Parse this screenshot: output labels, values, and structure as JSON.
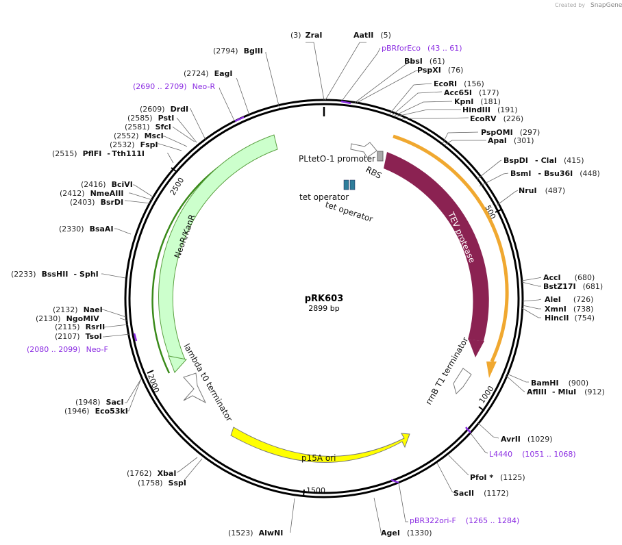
{
  "watermark": {
    "created_by": "Created by",
    "brand": "SnapGene"
  },
  "plasmid": {
    "name": "pRK603",
    "length_label": "2899 bp"
  },
  "ticks": [
    "500",
    "1000",
    "1500",
    "2000",
    "2500"
  ],
  "features": {
    "pltet_promoter": "PLtetO-1 promoter",
    "rbs": "RBS",
    "tet_op1": "tet operator",
    "tet_op2": "tet operator",
    "tev": "TEV protease",
    "neo": "NeoR/KanR",
    "lambda": "lambda t0 terminator",
    "rrnb": "rrnB T1 terminator",
    "p15a": "p15A ori"
  },
  "sites": {
    "zrai": {
      "name": "ZraI",
      "pos": "(3)"
    },
    "aatii": {
      "name": "AatII",
      "pos": "(5)"
    },
    "bbsi": {
      "name": "BbsI",
      "pos": "(61)"
    },
    "pspxi": {
      "name": "PspXI",
      "pos": "(76)"
    },
    "ecori": {
      "name": "EcoRI",
      "pos": "(156)"
    },
    "acc65i": {
      "name": "Acc65I",
      "pos": "(177)"
    },
    "kpni": {
      "name": "KpnI",
      "pos": "(181)"
    },
    "hindiii": {
      "name": "HindIII",
      "pos": "(191)"
    },
    "ecorv": {
      "name": "EcoRV",
      "pos": "(226)"
    },
    "pspomi": {
      "name": "PspOMI",
      "pos": "(297)"
    },
    "apai": {
      "name": "ApaI",
      "pos": "(301)"
    },
    "bspdi": {
      "name": "BspDI",
      "sep": "-",
      "name2": "ClaI",
      "pos": "(415)"
    },
    "bsmi": {
      "name": "BsmI",
      "sep": "-",
      "name2": "Bsu36I",
      "pos": "(448)"
    },
    "nrui": {
      "name": "NruI",
      "pos": "(487)"
    },
    "acci": {
      "name": "AccI",
      "pos": "(680)"
    },
    "bstz17i": {
      "name": "BstZ17I",
      "pos": "(681)"
    },
    "alei": {
      "name": "AleI",
      "pos": "(726)"
    },
    "xmni": {
      "name": "XmnI",
      "pos": "(738)"
    },
    "hincii": {
      "name": "HincII",
      "pos": "(754)"
    },
    "bamhi": {
      "name": "BamHI",
      "pos": "(900)"
    },
    "afliii": {
      "name": "AflIII",
      "sep": "-",
      "name2": "MluI",
      "pos": "(912)"
    },
    "avrii": {
      "name": "AvrII",
      "pos": "(1029)"
    },
    "pfoi": {
      "name": "PfoI *",
      "pos": "(1125)"
    },
    "sacii": {
      "name": "SacII",
      "pos": "(1172)"
    },
    "agei": {
      "name": "AgeI",
      "pos": "(1330)"
    },
    "alwni": {
      "name": "AlwNI",
      "pos": "(1523)"
    },
    "xbai": {
      "name": "XbaI",
      "pos": "(1762)"
    },
    "sspi": {
      "name": "SspI",
      "pos": "(1758)"
    },
    "saci": {
      "name": "SacI",
      "pos": "(1948)"
    },
    "eco53ki": {
      "name": "Eco53kI",
      "pos": "(1946)"
    },
    "tsoi": {
      "name": "TsoI",
      "pos": "(2107)"
    },
    "rsrii": {
      "name": "RsrII",
      "pos": "(2115)"
    },
    "ngomiv": {
      "name": "NgoMIV",
      "pos": "(2130)"
    },
    "naei": {
      "name": "NaeI",
      "pos": "(2132)"
    },
    "bsshii": {
      "name": "BssHII",
      "sep": "-",
      "name2": "SphI",
      "pos": "(2233)"
    },
    "bsaai": {
      "name": "BsaAI",
      "pos": "(2330)"
    },
    "bsrdi": {
      "name": "BsrDI",
      "pos": "(2403)"
    },
    "nmeaiii": {
      "name": "NmeAIII",
      "pos": "(2412)"
    },
    "bcivi": {
      "name": "BciVI",
      "pos": "(2416)"
    },
    "pflfi": {
      "name": "PflFI",
      "sep": "-",
      "name2": "Tth111I",
      "pos": "(2515)"
    },
    "fspi": {
      "name": "FspI",
      "pos": "(2532)"
    },
    "msci": {
      "name": "MscI",
      "pos": "(2552)"
    },
    "sfci": {
      "name": "SfcI",
      "pos": "(2581)"
    },
    "psti": {
      "name": "PstI",
      "pos": "(2585)"
    },
    "drdi": {
      "name": "DrdI",
      "pos": "(2609)"
    },
    "eagi": {
      "name": "EagI",
      "pos": "(2724)"
    },
    "bglii": {
      "name": "BglII",
      "pos": "(2794)"
    }
  },
  "primers": {
    "pbrforeco": {
      "name": "pBRforEco",
      "range": "(43 .. 61)"
    },
    "neor": {
      "name": "Neo-R",
      "range": "(2690 .. 2709)"
    },
    "neof": {
      "name": "Neo-F",
      "range": "(2080 .. 2099)"
    },
    "l4440": {
      "name": "L4440",
      "range": "(1051 .. 1068)"
    },
    "pbr322ori": {
      "name": "pBR322ori-F",
      "range": "(1265 .. 1284)"
    }
  },
  "colors": {
    "primer": "#8a2be2",
    "tev": "#8b2252",
    "tev_outline": "#f0a830",
    "neo": "#ccffcc",
    "neo_outline": "#3a8a1a",
    "p15a": "#ffff00",
    "operator": "#2e7d9a"
  }
}
